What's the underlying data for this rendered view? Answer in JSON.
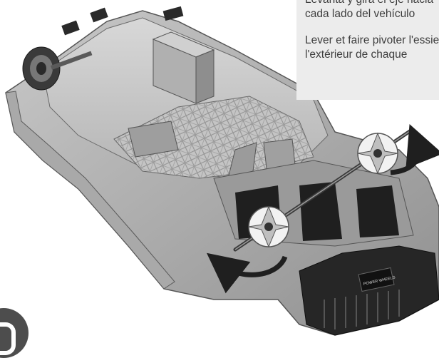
{
  "instructions": {
    "spanish": "Levanta y gira el eje hacia\ncada lado del vehículo",
    "french": "Lever et faire pivoter l'essieu\nl'extérieur de chaque"
  },
  "badge_text": "POWER WHEELS",
  "icons": [
    "rotate-arrow-icon",
    "rotate-arrow-icon"
  ]
}
